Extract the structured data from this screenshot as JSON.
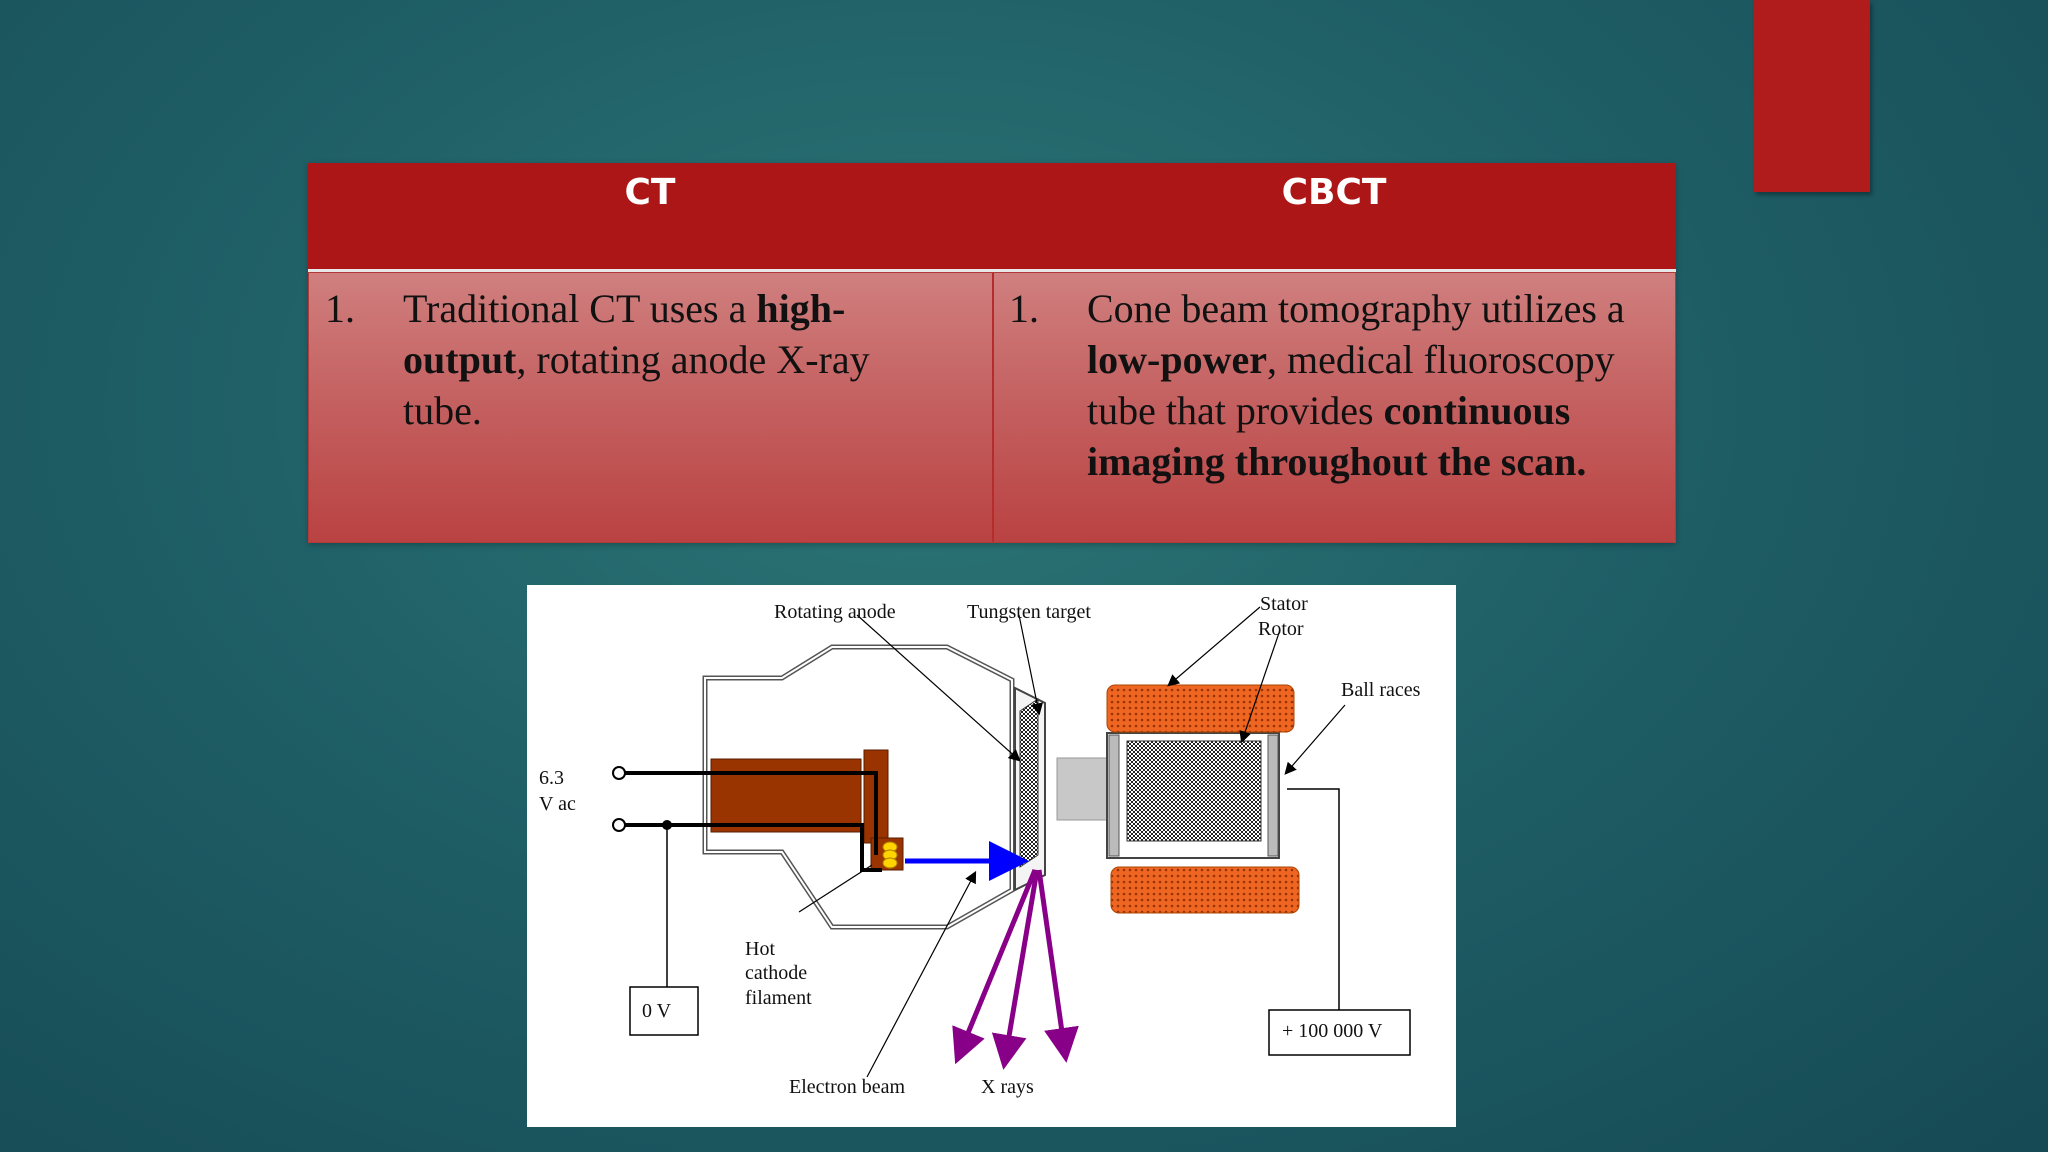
{
  "table": {
    "col1_header": "CT",
    "col2_header": "CBCT",
    "row1": {
      "col1_num": "1.",
      "col1_parts": [
        "Traditional CT uses a ",
        "high-",
        "output",
        ", rotating anode X-ray",
        "tube."
      ],
      "col2_num": "1.",
      "col2_parts": [
        "Cone beam tomography utilizes a",
        "low-power",
        ", medical fluoroscopy",
        "tube that provides ",
        "continuous",
        "imaging throughout the scan."
      ]
    }
  },
  "diagram": {
    "labels": {
      "rotating_anode": "Rotating anode",
      "tungsten_target": "Tungsten target",
      "stator": "Stator",
      "rotor": "Rotor",
      "ball_races": "Ball races",
      "voltage_ac_1": "6.3",
      "voltage_ac_2": "V ac",
      "hot": "Hot",
      "cathode": "cathode",
      "filament": "filament",
      "zero_v": "0 V",
      "high_v": "+ 100 000 V",
      "electron_beam": "Electron beam",
      "x_rays": "X rays"
    },
    "colors": {
      "cathode": "#993300",
      "stator": "#ee6622",
      "electron_beam": "#0000ff",
      "x_rays": "#880088",
      "accent_red": "#ad1616"
    }
  }
}
